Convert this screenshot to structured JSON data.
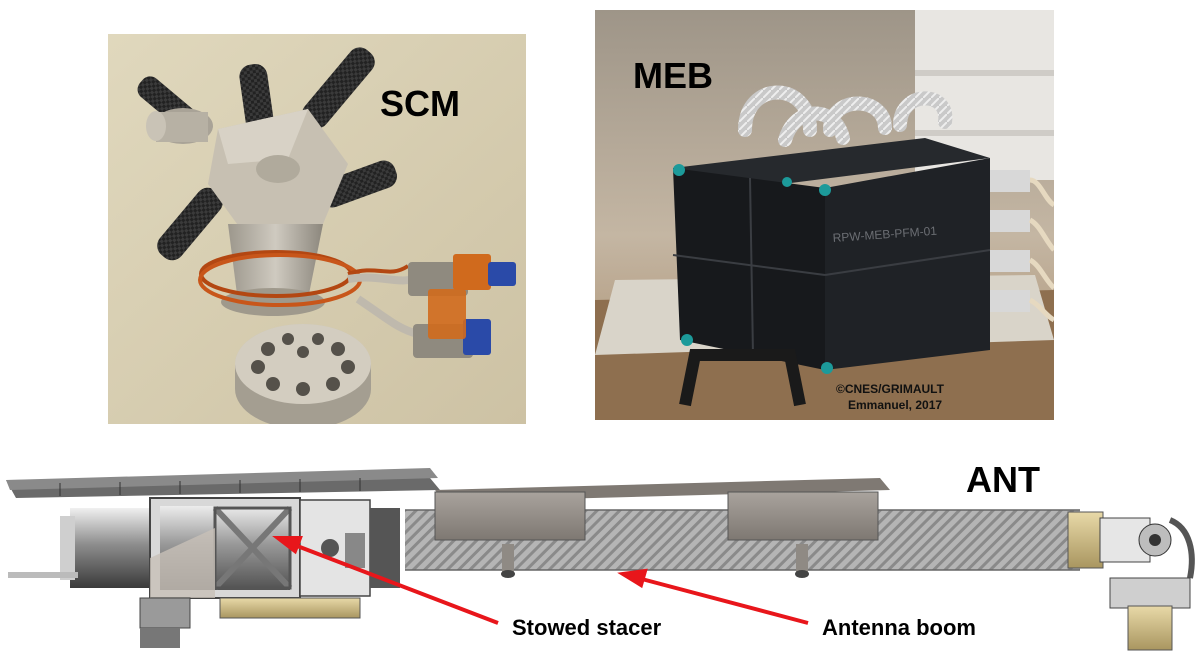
{
  "panels": {
    "scm": {
      "title": "SCM"
    },
    "meb": {
      "title": "MEB",
      "box_marking": "RPW-MEB-PFM-01",
      "credit_line1": "©CNES/GRIMAULT",
      "credit_line2": "Emmanuel, 2017"
    },
    "ant": {
      "title": "ANT",
      "callouts": {
        "stowed_stacer": "Stowed stacer",
        "antenna_boom": "Antenna boom"
      }
    }
  },
  "colors": {
    "arrow": "#e8161b",
    "scm_background": "#d8cfb3",
    "meb_background": "#c9b9a5",
    "meb_box": "#17191c"
  }
}
